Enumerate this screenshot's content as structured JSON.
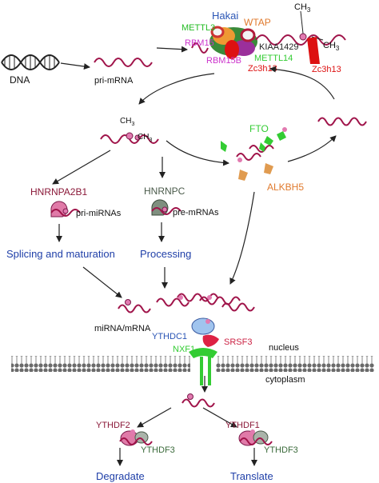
{
  "labels": {
    "dna": "DNA",
    "pri_mrna": "pri-mRNA",
    "hakai": "Hakai",
    "wtap": "WTAP",
    "mettl3": "METTL3",
    "rbm15": "RBM15",
    "kiaa1429": "KIAA1429",
    "mettl14": "METTL14",
    "rbm15b": "RBM15B",
    "zc3h13_a": "Zc3h13",
    "zc3h13_b": "Zc3h13",
    "ch3_top": "CH",
    "ch3_top_sub": "3",
    "ch3_side": "CH",
    "ch3_side_sub": "3",
    "ch3_mid_a": "CH",
    "ch3_mid_a_sub": "3",
    "ch3_mid_b": "CH",
    "ch3_mid_b_sub": "3",
    "fto": "FTO",
    "alkbh5": "ALKBH5",
    "hnrnpa2b1": "HNRNPA2B1",
    "pri_mirnas": "pri-miRNAs",
    "hnrnpc": "HNRNPC",
    "pre_mrnas": "pre-mRNAs",
    "splicing": "Splicing and maturation",
    "processing": "Processing",
    "mirna_mrna": "miRNA/mRNA",
    "ythdc1": "YTHDC1",
    "srsf3": "SRSF3",
    "nxf1": "NXF1",
    "nucleus": "nucleus",
    "cytoplasm": "cytoplasm",
    "ythdf2": "YTHDF2",
    "ythdf3_a": "YTHDF3",
    "ythdf1": "YTHDF1",
    "ythdf3_b": "YTHDF3",
    "degradate": "Degradate",
    "translate": "Translate"
  },
  "colors": {
    "rna": "#a0144a",
    "arrow": "#222222",
    "blue_text": "#1f3fa8",
    "hakai": "#2a55b5",
    "wtap": "#e07a2e",
    "green": "#33cc33",
    "magenta": "#cc33cc",
    "red": "#dd1111",
    "dark": "#222222",
    "maroon": "#7a1030",
    "gray_protein": "#7f8f7f",
    "pink_protein": "#e07aa8",
    "membrane": "#666666"
  }
}
